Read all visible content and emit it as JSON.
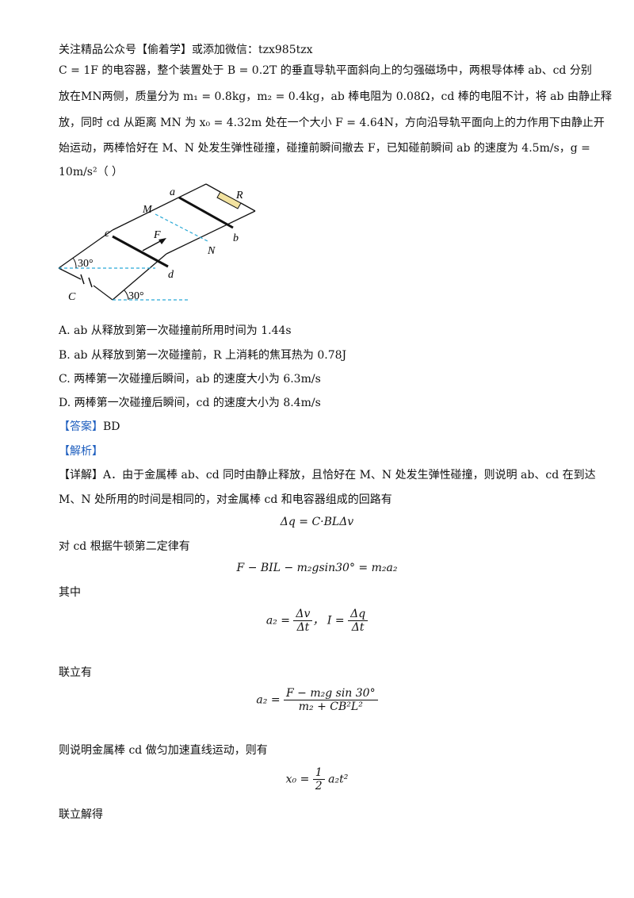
{
  "header": "关注精品公众号【偷着学】或添加微信：tzx985tzx",
  "problem": {
    "l1": "C = 1F 的电容器，整个装置处于 B = 0.2T 的垂直导轨平面斜向上的匀强磁场中，两根导体棒 ab、cd 分别",
    "l2": "放在MN两侧，质量分为 m₁ = 0.8kg，m₂ = 0.4kg，ab 棒电阻为 0.08Ω，cd 棒的电阻不计，将 ab 由静止释",
    "l3": "放，同时 cd 从距离 MN 为 x₀ = 4.32m 处在一个大小 F = 4.64N，方向沿导轨平面向上的力作用下由静止开",
    "l4": "始运动，两棒恰好在 M、N 处发生弹性碰撞，碰撞前瞬间撤去 F，已知碰前瞬间 ab 的速度为 4.5m/s，g =",
    "l5": "10m/s²（     ）"
  },
  "figure": {
    "a": "a",
    "b": "b",
    "c": "c",
    "d": "d",
    "M": "M",
    "N": "N",
    "R": "R",
    "F": "F",
    "C": "C",
    "angle1": "30°",
    "angle2": "30°"
  },
  "options": [
    "A.  ab 从释放到第一次碰撞前所用时间为 1.44s",
    "B.  ab 从释放到第一次碰撞前，R 上消耗的焦耳热为 0.78J",
    "C.  两棒第一次碰撞后瞬间，ab 的速度大小为 6.3m/s",
    "D.  两棒第一次碰撞后瞬间，cd 的速度大小为 8.4m/s"
  ],
  "answer_label": "【答案】",
  "answer_value": "BD",
  "analysis_label": "【解析】",
  "detail": {
    "l1": "【详解】A．由于金属棒 ab、cd 同时由静止释放，且恰好在 M、N 处发生弹性碰撞，则说明 ab、cd 在到达",
    "l2": "M、N 处所用的时间是相同的，对金属棒 cd 和电容器组成的回路有",
    "eq1": "Δq = C·BLΔv",
    "l3": "对 cd 根据牛顿第二定律有",
    "eq2": "F − BIL − m₂gsin30° = m₂a₂",
    "l4": "其中",
    "eq3a_lhs": "a₂ =",
    "eq3a_num": "Δv",
    "eq3a_den": "Δt",
    "eq3_sep": "，",
    "eq3b_lhs": "I =",
    "eq3b_num": "Δq",
    "eq3b_den": "Δt",
    "l5": "联立有",
    "eq4_lhs": "a₂ =",
    "eq4_num": "F − m₂g sin 30°",
    "eq4_den": "m₂ + CB²L²",
    "l6": "则说明金属棒 cd 做匀加速直线运动，则有",
    "eq5_lhs": "x₀ =",
    "eq5_num": "1",
    "eq5_den": "2",
    "eq5_rhs": "a₂t²",
    "l7": "联立解得"
  }
}
